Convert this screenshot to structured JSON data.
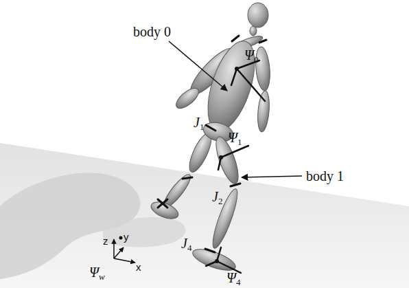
{
  "diagram": {
    "labels": [
      "body 0",
      "Ψ0",
      "J1",
      "Ψ1",
      "body 1",
      "J2",
      "J4",
      "Ψ4",
      "z",
      "y",
      "x",
      "Ψw"
    ]
  }
}
